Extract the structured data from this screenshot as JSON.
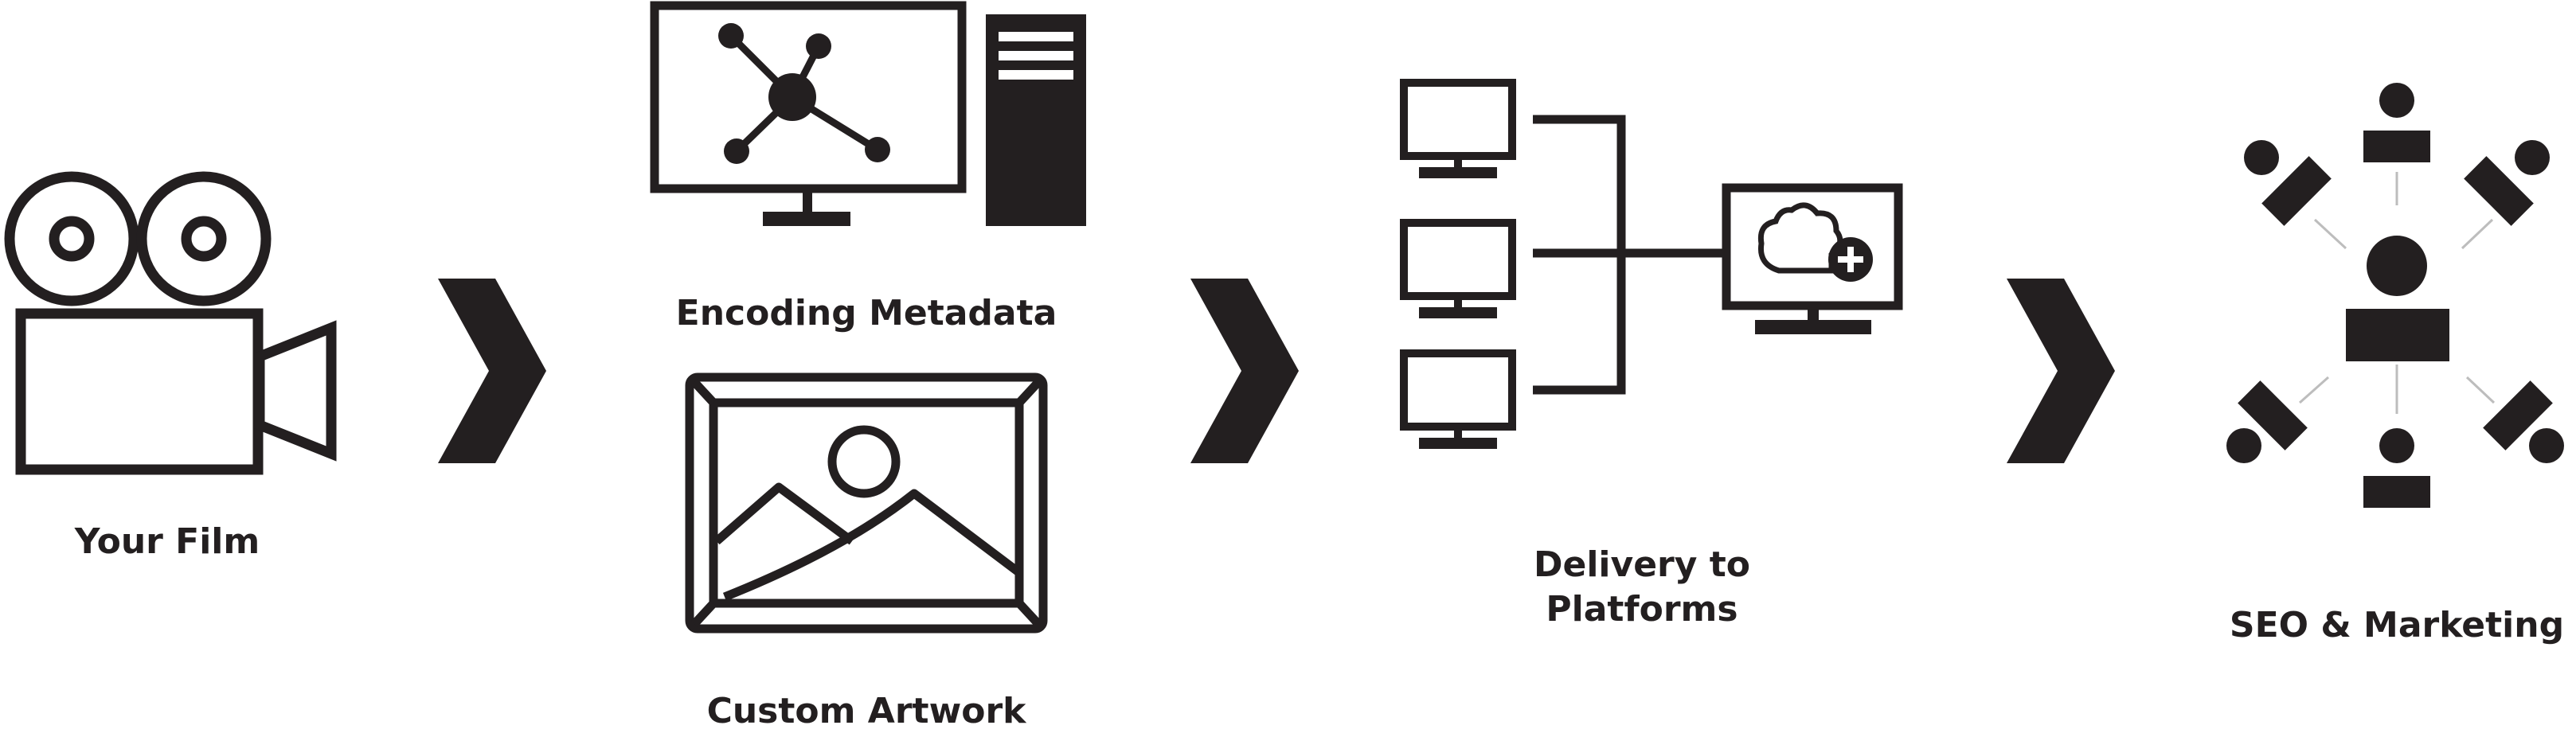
{
  "colors": {
    "ink": "#231f20",
    "background": "#ffffff"
  },
  "steps": [
    {
      "label": "Your Film",
      "icon": "video-camera-icon"
    },
    {
      "label": "Encoding Metadata",
      "icon": "network-monitor-icon"
    },
    {
      "label": "Custom Artwork",
      "icon": "framed-picture-icon"
    },
    {
      "label_line1": "Delivery to",
      "label_line2": "Platforms",
      "icon": "cloud-delivery-icon"
    },
    {
      "label": "SEO & Marketing",
      "icon": "audience-network-icon"
    }
  ],
  "arrows": [
    "chevron-right-icon",
    "chevron-right-icon",
    "chevron-right-icon"
  ]
}
